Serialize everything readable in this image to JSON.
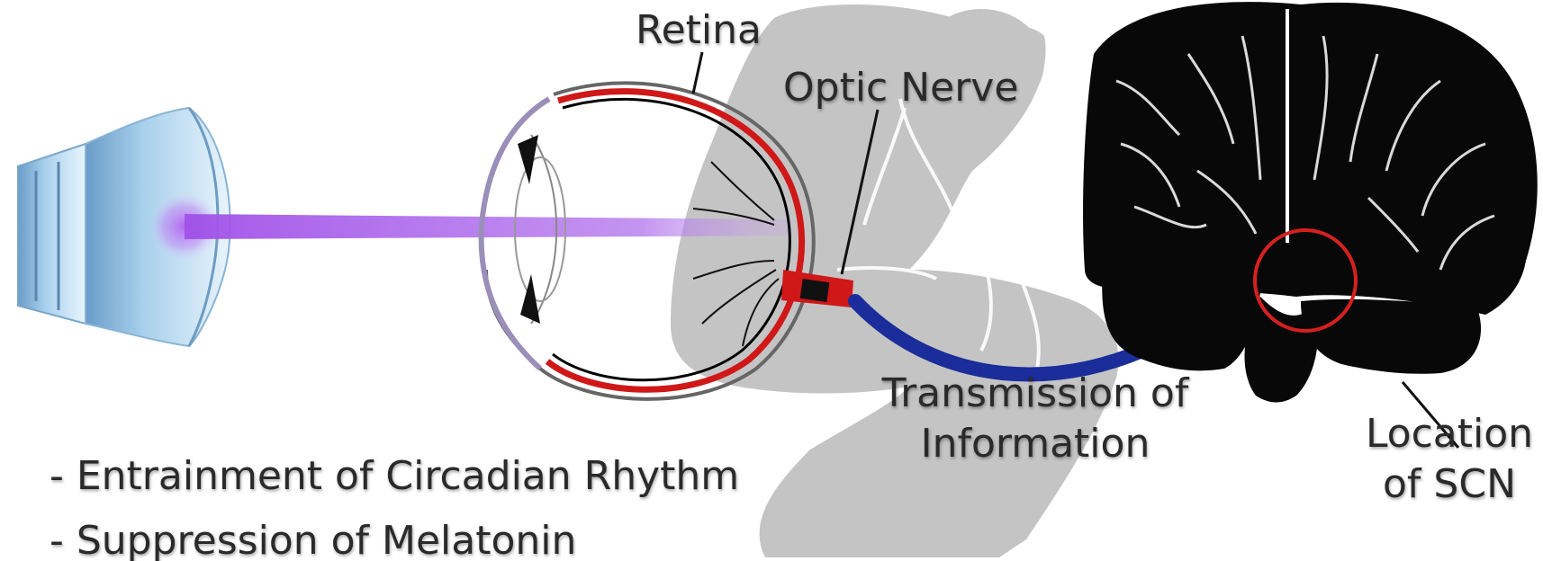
{
  "labels": {
    "retina": "Retina",
    "optic_nerve": "Optic Nerve",
    "transmission_line1": "Transmission of",
    "transmission_line2": "Information",
    "scn_line1": "Location",
    "scn_line2": "of SCN"
  },
  "bullets": [
    "- Entrainment of Circadian Rhythm",
    "- Suppression of Melatonin"
  ],
  "colors": {
    "light_beam": "#a457e6",
    "arrow": "#1a2d9a",
    "retina_red": "#d01818",
    "scn_circle": "#d62020",
    "silhouette": "#c4c4c4",
    "brain": "#080808"
  }
}
